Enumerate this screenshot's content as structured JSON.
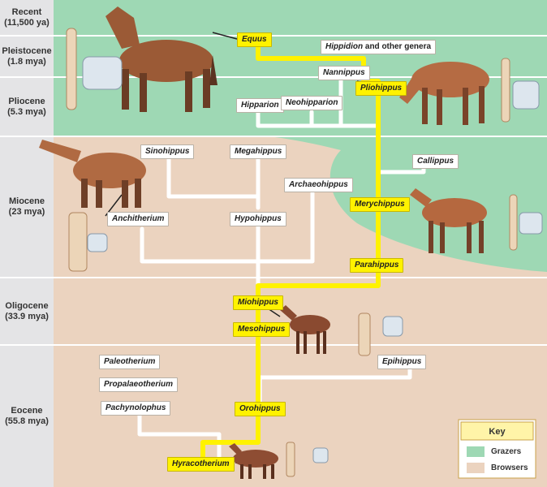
{
  "eras": [
    {
      "name": "Recent",
      "date": "(11,500 ya)"
    },
    {
      "name": "Pleistocene",
      "date": "(1.8 mya)"
    },
    {
      "name": "Pliocene",
      "date": "(5.3 mya)"
    },
    {
      "name": "Miocene",
      "date": "(23 mya)"
    },
    {
      "name": "Oligocene",
      "date": "(33.9 mya)"
    },
    {
      "name": "Eocene",
      "date": "(55.8 mya)"
    }
  ],
  "genera": {
    "equus": "Equus",
    "hippidion": "Hippidion",
    "hippidion_suffix": "and other genera",
    "nannippus": "Nannippus",
    "pliohippus": "Pliohippus",
    "hipparion": "Hipparion",
    "neohipparion": "Neohipparion",
    "sinohippus": "Sinohippus",
    "megahippus": "Megahippus",
    "callippus": "Callippus",
    "archaeohippus": "Archaeohippus",
    "merychippus": "Merychippus",
    "anchitherium": "Anchitherium",
    "hypohippus": "Hypohippus",
    "parahippus": "Parahippus",
    "miohippus": "Miohippus",
    "mesohippus": "Mesohippus",
    "paleotherium": "Paleotherium",
    "epihippus": "Epihippus",
    "propalaeotherium": "Propalaeotherium",
    "pachynolophus": "Pachynolophus",
    "orohippus": "Orohippus",
    "hyracotherium": "Hyracotherium"
  },
  "key": {
    "title": "Key",
    "grazers": "Grazers",
    "browsers": "Browsers"
  },
  "colors": {
    "grazers": "#9ed8b4",
    "browsers": "#ebd3bf",
    "main_lineage": "#fff200",
    "era_column": "#e4e4e6"
  }
}
